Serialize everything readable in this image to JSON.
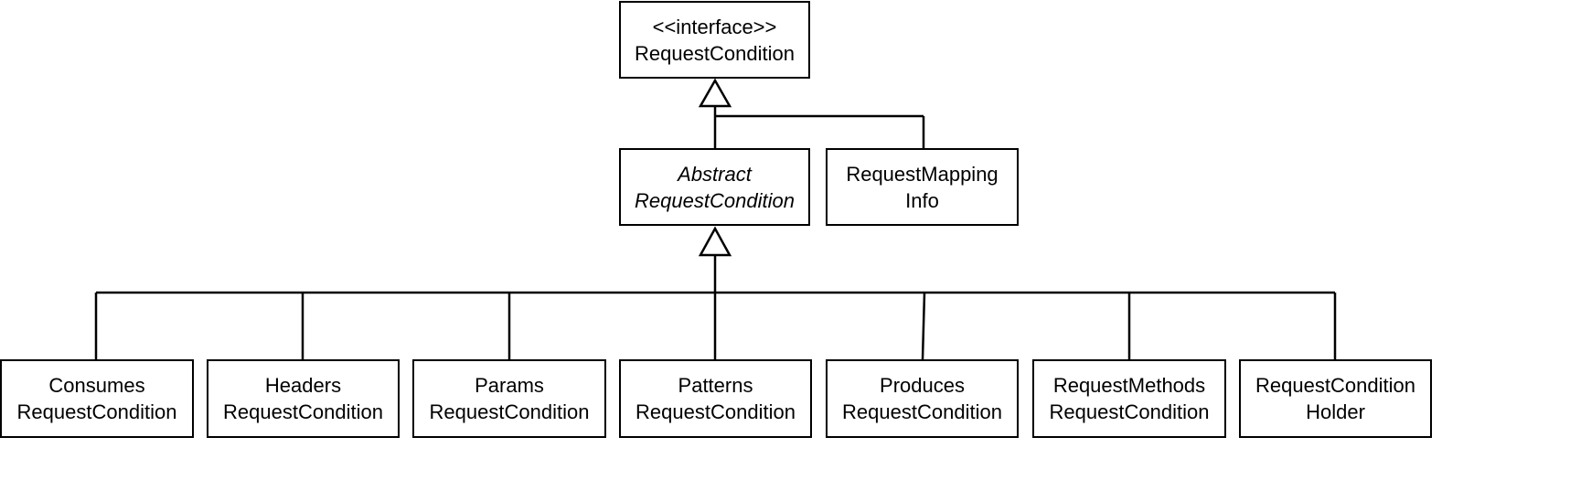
{
  "classes": {
    "interface": {
      "stereotype": "<<interface>>",
      "name": "RequestCondition"
    },
    "abstract": {
      "line1": "Abstract",
      "line2": "RequestCondition"
    },
    "mapping_info": {
      "line1": "RequestMapping",
      "line2": "Info"
    },
    "subclasses": [
      {
        "line1": "Consumes",
        "line2": "RequestCondition"
      },
      {
        "line1": "Headers",
        "line2": "RequestCondition"
      },
      {
        "line1": "Params",
        "line2": "RequestCondition"
      },
      {
        "line1": "Patterns",
        "line2": "RequestCondition"
      },
      {
        "line1": "Produces",
        "line2": "RequestCondition"
      },
      {
        "line1": "RequestMethods",
        "line2": "RequestCondition"
      },
      {
        "line1": "RequestCondition",
        "line2": "Holder"
      }
    ]
  },
  "relations": [
    {
      "from": "abstract",
      "to": "interface",
      "type": "generalization"
    },
    {
      "from": "mapping_info",
      "to": "interface",
      "type": "generalization"
    },
    {
      "from": "subclasses",
      "to": "abstract",
      "type": "generalization"
    }
  ],
  "colors": {
    "stroke": "#000000",
    "background": "#ffffff"
  }
}
